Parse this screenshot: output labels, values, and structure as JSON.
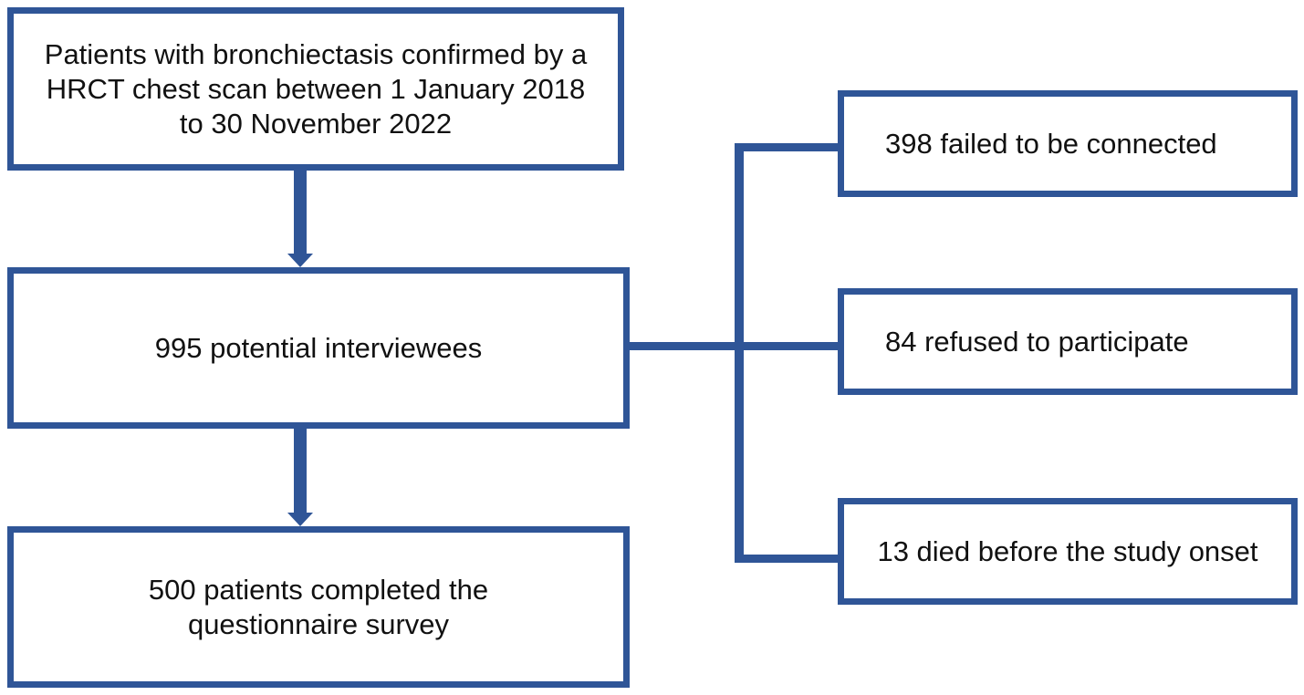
{
  "diagram": {
    "nodes": {
      "source": "Patients with bronchiectasis confirmed by a\nHRCT chest scan between 1 January 2018\nto 30 November 2022",
      "potential": "995 potential  interviewees",
      "completed": "500 patients completed the\nquestionnaire survey",
      "failed": "398 failed to be connected",
      "refused": "84 refused to participate",
      "died": "13 died before the study onset"
    },
    "edges": [
      {
        "from": "source",
        "to": "potential",
        "type": "arrow"
      },
      {
        "from": "potential",
        "to": "completed",
        "type": "arrow"
      },
      {
        "from": "potential",
        "to": "failed",
        "type": "line"
      },
      {
        "from": "potential",
        "to": "refused",
        "type": "line"
      },
      {
        "from": "potential",
        "to": "died",
        "type": "line"
      }
    ],
    "colors": {
      "border": "#2f5597",
      "connector": "#2f5597",
      "text": "#111111",
      "background": "#ffffff"
    }
  }
}
